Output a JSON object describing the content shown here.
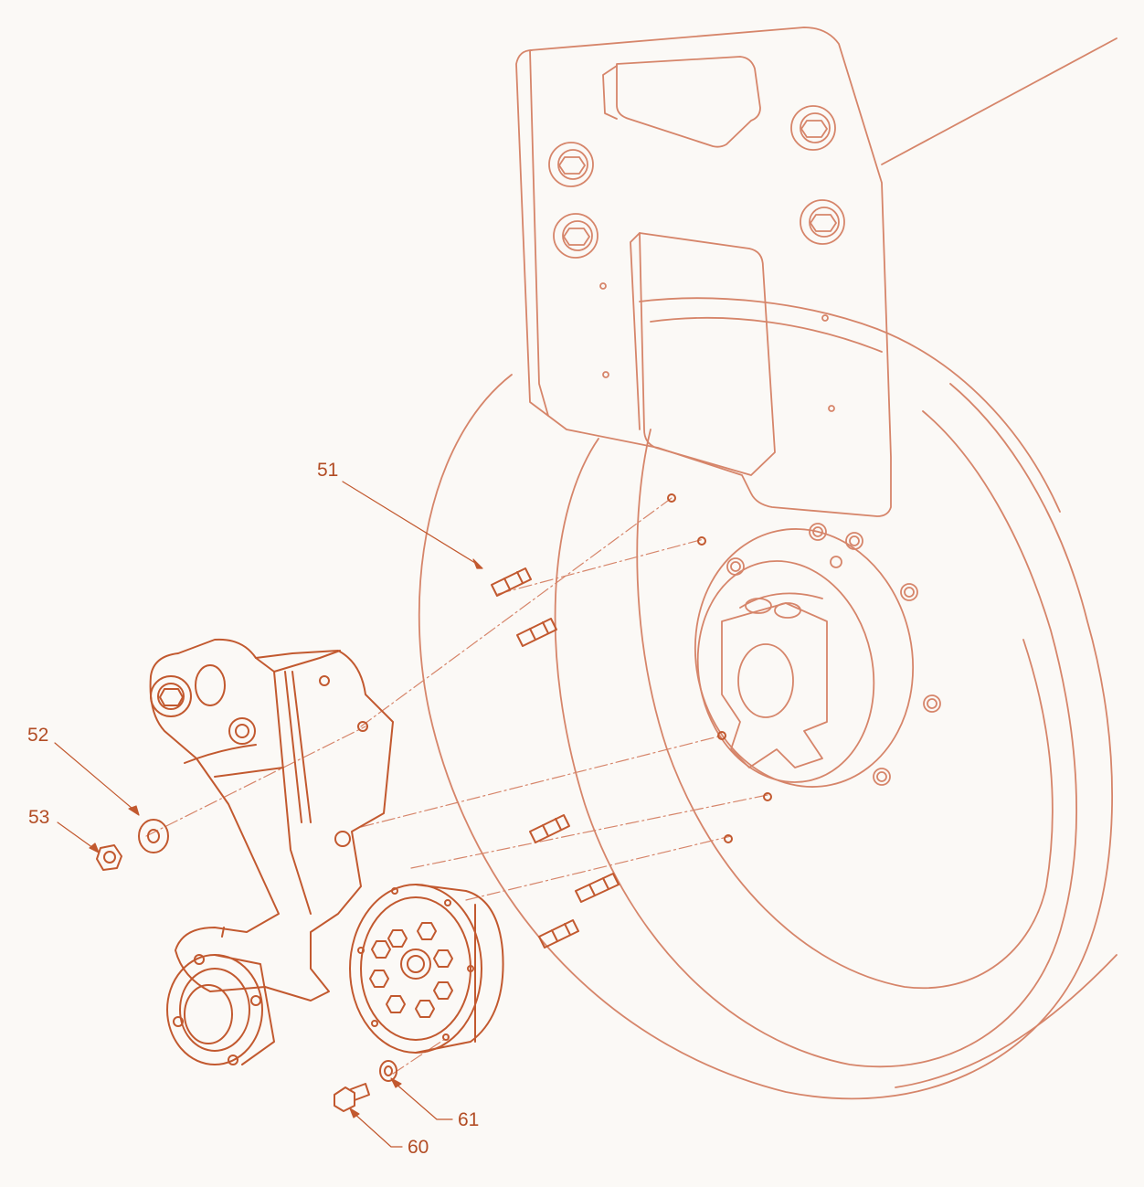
{
  "diagram": {
    "type": "exploded-parts-diagram",
    "line_color": "#c2592f",
    "light_line_color": "#d6856a",
    "label_color": "#b24c24",
    "callouts": [
      {
        "id": "c51",
        "label": "51"
      },
      {
        "id": "c52",
        "label": "52"
      },
      {
        "id": "c53",
        "label": "53"
      },
      {
        "id": "c60",
        "label": "60"
      },
      {
        "id": "c61",
        "label": "61"
      }
    ]
  }
}
